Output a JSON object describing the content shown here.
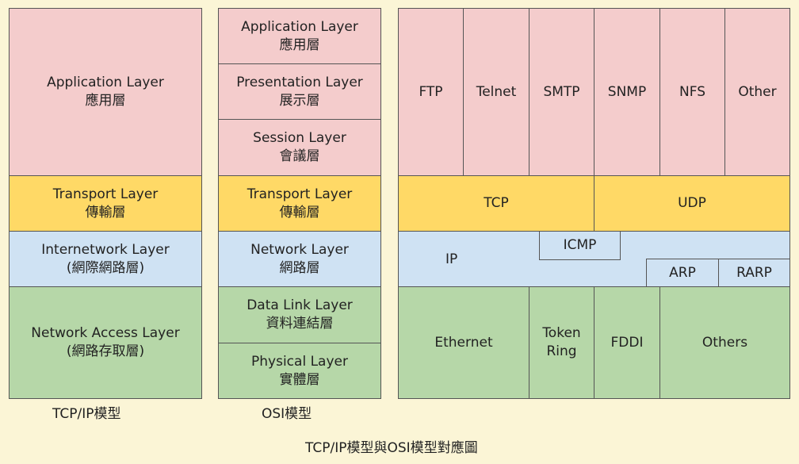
{
  "tcpip": {
    "application": {
      "en": "Application Layer",
      "zh": "應用層"
    },
    "transport": {
      "en": "Transport Layer",
      "zh": "傳輸層"
    },
    "internetwork": {
      "en": "Internetwork Layer",
      "zh": "(網際網路層)"
    },
    "network_access": {
      "en": "Network Access Layer",
      "zh": "(網路存取層)"
    },
    "caption": "TCP/IP模型"
  },
  "osi": {
    "application": {
      "en": "Application Layer",
      "zh": "應用層"
    },
    "presentation": {
      "en": "Presentation Layer",
      "zh": "展示層"
    },
    "session": {
      "en": "Session Layer",
      "zh": "會議層"
    },
    "transport": {
      "en": "Transport Layer",
      "zh": "傳輸層"
    },
    "network": {
      "en": "Network Layer",
      "zh": "網路層"
    },
    "data_link": {
      "en": "Data Link Layer",
      "zh": "資料連結層"
    },
    "physical": {
      "en": "Physical Layer",
      "zh": "實體層"
    },
    "caption": "OSI模型"
  },
  "protocols": {
    "application": [
      "FTP",
      "Telnet",
      "SMTP",
      "SNMP",
      "NFS",
      "Other"
    ],
    "transport": [
      "TCP",
      "UDP"
    ],
    "network": {
      "ip": "IP",
      "icmp": "ICMP",
      "arp": "ARP",
      "rarp": "RARP"
    },
    "link": {
      "ethernet": "Ethernet",
      "token_ring_1": "Token",
      "token_ring_2": "Ring",
      "fddi": "FDDI",
      "others": "Others"
    }
  },
  "figure_caption": "TCP/IP模型與OSI模型對應圖"
}
